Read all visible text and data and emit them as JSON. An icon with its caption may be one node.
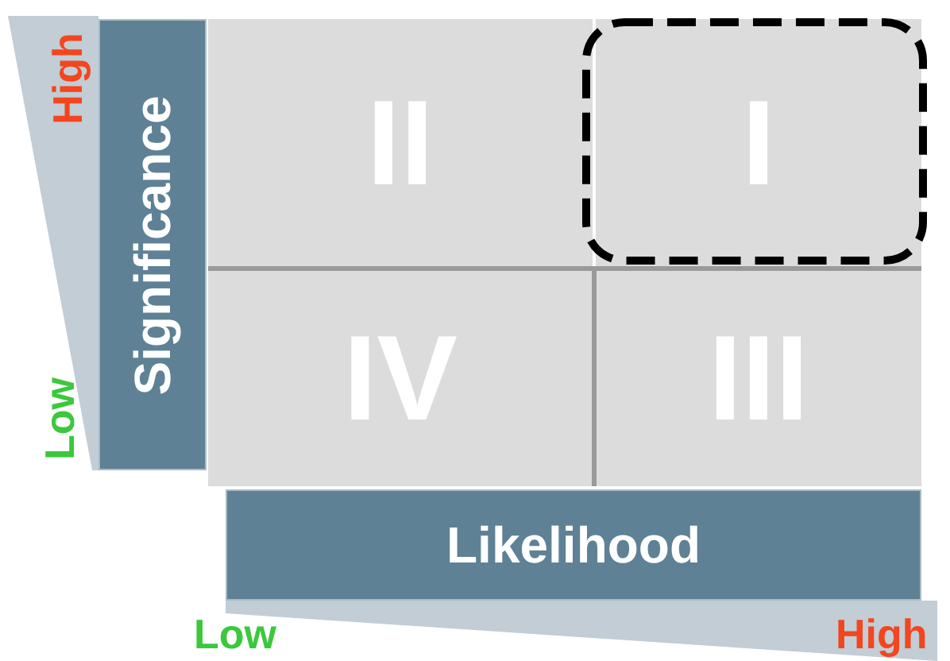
{
  "diagram": {
    "nodes": [
      {
        "text": [
          "Significance"
        ]
      },
      {
        "text": [
          "II"
        ]
      },
      {
        "text": [
          "I"
        ]
      },
      {
        "text": [
          "IV"
        ]
      },
      {
        "text": [
          "III"
        ]
      },
      {
        "text": [
          "Likelihood"
        ]
      }
    ],
    "labels": [
      "High",
      "Low",
      "Low",
      "High"
    ]
  }
}
